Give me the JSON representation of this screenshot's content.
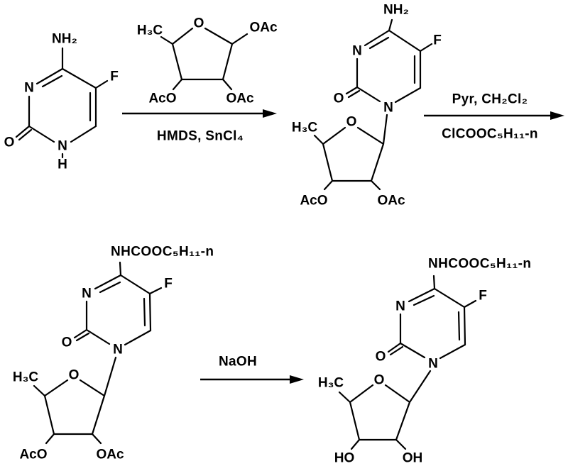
{
  "colors": {
    "ink": "#000000",
    "background": "#ffffff"
  },
  "labels": {
    "nh2": "NH₂",
    "n": "N",
    "h": "H",
    "o": "O",
    "f": "F",
    "h3c": "H₃C",
    "oac": "OAc",
    "aco": "AcO",
    "ho": "HO",
    "oh": "OH",
    "carbamate": "NHCOOC₅H₁₁-n"
  },
  "conditions": {
    "step1_below": "HMDS, SnCl₄",
    "step2_above": "Pyr, CH₂Cl₂",
    "step2_below": "ClCOOC₅H₁₁-n",
    "step3_above": "NaOH"
  }
}
